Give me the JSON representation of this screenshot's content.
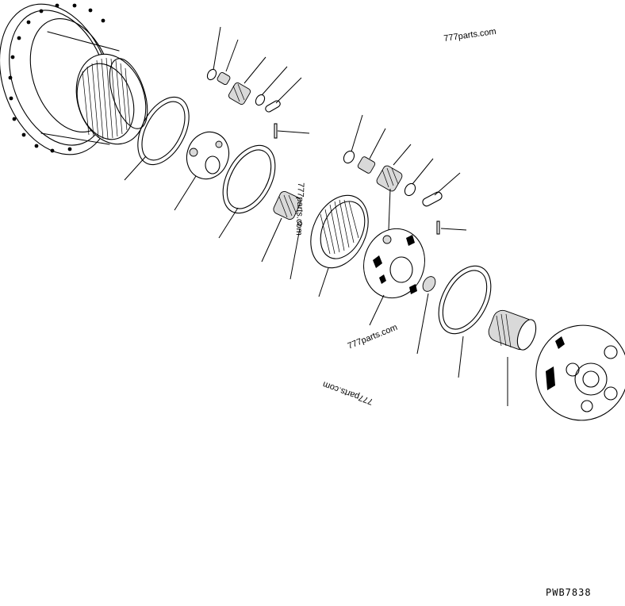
{
  "watermarks": [
    "777parts.com",
    "777parts.com",
    "777parts.com",
    "777parts.com"
  ],
  "drawing_code": "PWB7838"
}
